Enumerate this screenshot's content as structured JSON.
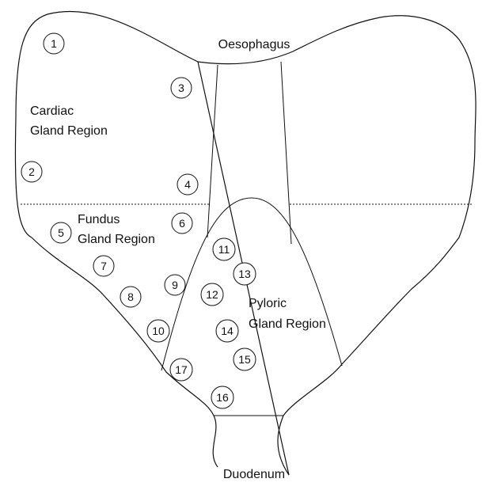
{
  "labels": {
    "top": "Oesophagus",
    "bottom": "Duodenum",
    "cardiac_line1": "Cardiac",
    "cardiac_line2": "Gland Region",
    "fundus_line1": "Fundus",
    "fundus_line2": "Gland Region",
    "pyloric_line1": "Pyloric",
    "pyloric_line2": "Gland Region"
  },
  "sites": [
    "1",
    "2",
    "3",
    "4",
    "5",
    "6",
    "7",
    "8",
    "9",
    "10",
    "11",
    "12",
    "13",
    "14",
    "15",
    "16",
    "17"
  ]
}
